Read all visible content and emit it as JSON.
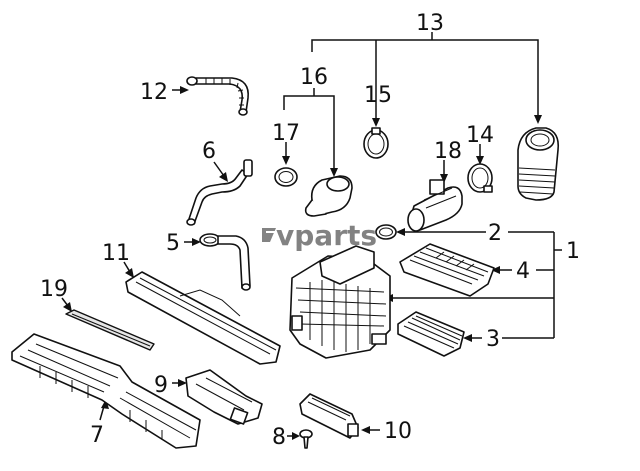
{
  "callouts": [
    {
      "id": "1",
      "label": "1"
    },
    {
      "id": "2",
      "label": "2"
    },
    {
      "id": "3",
      "label": "3"
    },
    {
      "id": "4",
      "label": "4"
    },
    {
      "id": "5",
      "label": "5"
    },
    {
      "id": "6",
      "label": "6"
    },
    {
      "id": "7",
      "label": "7"
    },
    {
      "id": "8",
      "label": "8"
    },
    {
      "id": "9",
      "label": "9"
    },
    {
      "id": "10",
      "label": "10"
    },
    {
      "id": "11",
      "label": "11"
    },
    {
      "id": "12",
      "label": "12"
    },
    {
      "id": "13",
      "label": "13"
    },
    {
      "id": "14",
      "label": "14"
    },
    {
      "id": "15",
      "label": "15"
    },
    {
      "id": "16",
      "label": "16"
    },
    {
      "id": "17",
      "label": "17"
    },
    {
      "id": "18",
      "label": "18"
    },
    {
      "id": "19",
      "label": "19"
    }
  ],
  "watermark": {
    "text": "vparts",
    "icon": "vparts-logo-icon"
  }
}
